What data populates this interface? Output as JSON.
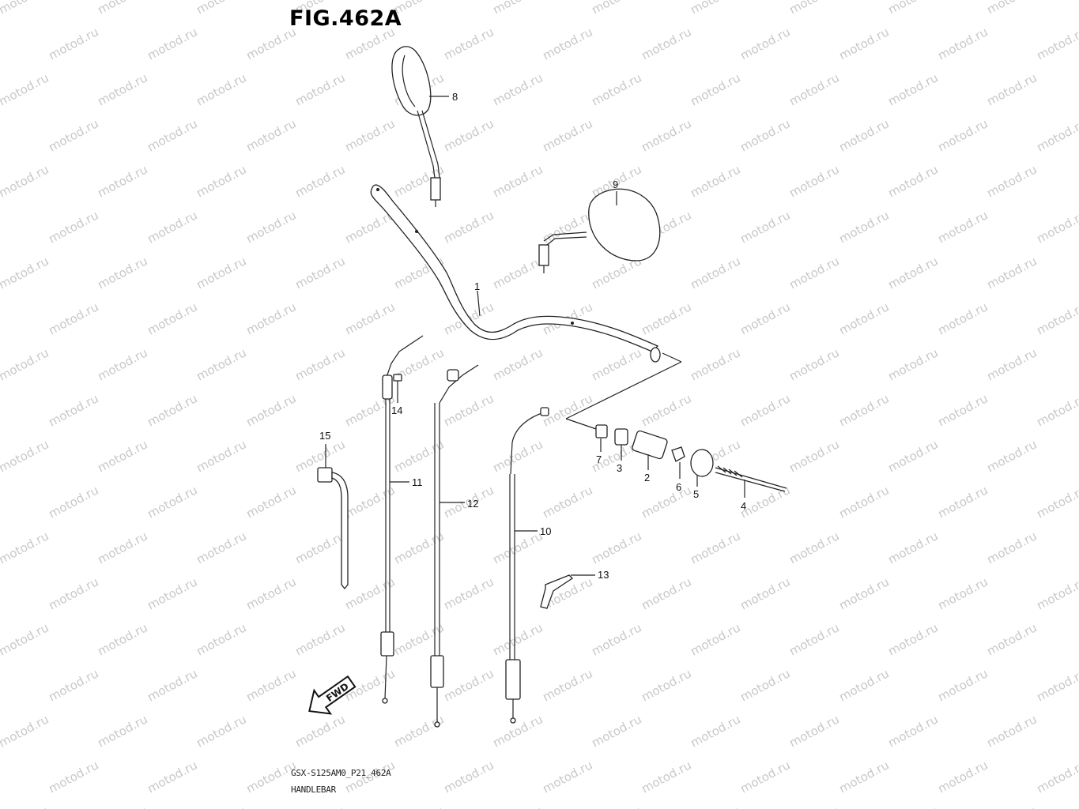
{
  "figure": {
    "title": "FIG.462A",
    "code": "GSX-S125AM0_P21_462A",
    "name": "HANDLEBAR"
  },
  "watermark": "motod.ru",
  "callouts": [
    "1",
    "2",
    "3",
    "4",
    "5",
    "6",
    "7",
    "8",
    "9",
    "10",
    "11",
    "12",
    "13",
    "14",
    "15"
  ],
  "direction_arrow": "FWD"
}
